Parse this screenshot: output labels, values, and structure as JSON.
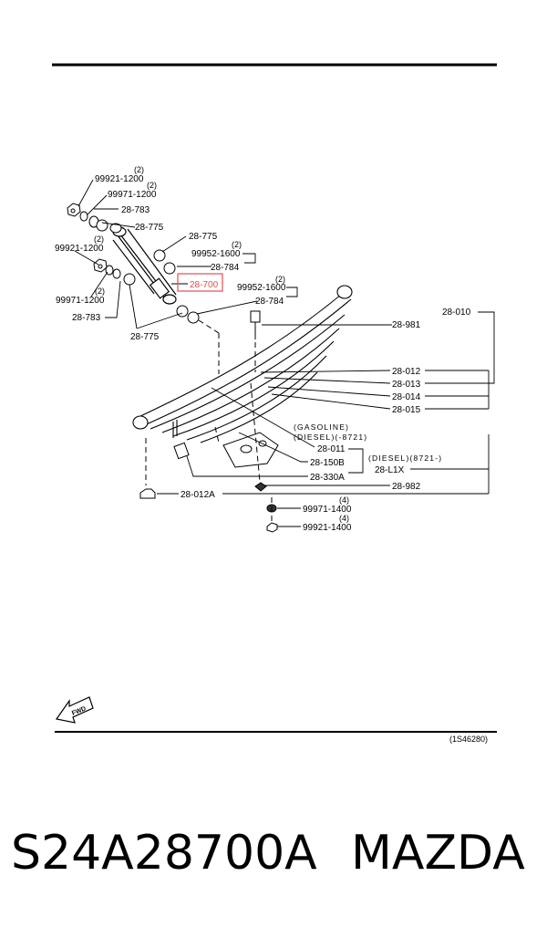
{
  "colors": {
    "highlight": "#e05050",
    "line": "#000000",
    "background": "#ffffff"
  },
  "labels": {
    "l99921_1200_a": "99921-1200",
    "q2_a": "(2)",
    "l99971_1200_a": "99971-1200",
    "q2_b": "(2)",
    "l28_783_a": "28-783",
    "l28_775_a": "28-775",
    "l28_775_b": "28-775",
    "l99952_1600_a": "99952-1600",
    "q2_c": "(2)",
    "l28_784_a": "28-784",
    "l99921_1200_b": "99921-1200",
    "q2_d": "(2)",
    "l28_700": "28-700",
    "l99971_1200_b": "99971-1200",
    "q2_e": "(2)",
    "l28_783_b": "28-783",
    "l99952_1600_b": "99952-1600",
    "q2_f": "(2)",
    "l28_784_b": "28-784",
    "l28_775_c": "28-775",
    "l28_010": "28-010",
    "l28_981": "28-981",
    "l28_012": "28-012",
    "l28_013": "28-013",
    "l28_014": "28-014",
    "l28_015": "28-015",
    "note_gasoline": "(GASOLINE)",
    "note_diesel_a": "(DIESEL)(-8721)",
    "l28_011": "28-011",
    "note_diesel_b": "(DIESEL)(8721-)",
    "l28_150b": "28-150B",
    "l28_l1x": "28-L1X",
    "l28_330a": "28-330A",
    "l28_982": "28-982",
    "l28_012a": "28-012A",
    "l99971_1400": "99971-1400",
    "q4_a": "(4)",
    "l99921_1400": "99921-1400",
    "q4_b": "(4)",
    "fwd": "FWD",
    "diagram_code": "(1S46280)"
  },
  "caption": {
    "part_number": "S24A28700A",
    "brand": "MAZDA"
  }
}
